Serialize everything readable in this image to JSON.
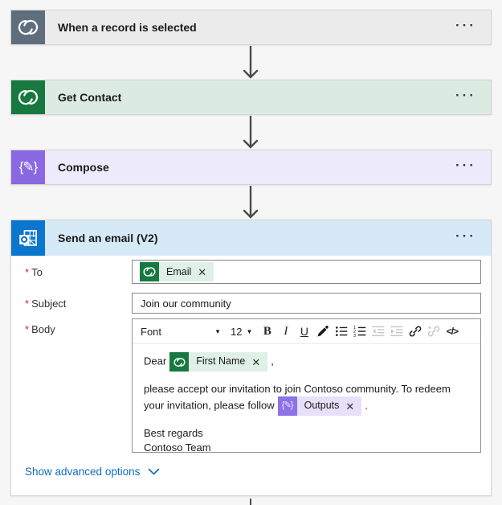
{
  "icons": {
    "dropdown_arrow": "▼",
    "close": "✕",
    "ellipsis": "···",
    "compose_glyph": "{✎}"
  },
  "colors": {
    "trigger_icon_gray": "#5f6e7d",
    "dataverse_green": "#17793f",
    "compose_purple": "#8a68e2",
    "outlook_blue": "#0b76cd",
    "link_blue": "#0f6cbd",
    "required_red": "#d6262e"
  },
  "cards": [
    {
      "title": "When a record is selected",
      "menu": "···"
    },
    {
      "title": "Get Contact",
      "menu": "···"
    },
    {
      "title": "Compose",
      "menu": "···"
    },
    {
      "title": "Send an email (V2)",
      "menu": "···"
    }
  ],
  "form": {
    "required_marker": "*",
    "to": {
      "label": "To",
      "token": "Email"
    },
    "subject": {
      "label": "Subject",
      "value": "Join our community"
    },
    "body": {
      "label": "Body",
      "toolbar": {
        "font": "Font",
        "size": "12",
        "bold": "B",
        "italic": "I",
        "underline": "U",
        "code": "</>"
      },
      "content": {
        "greeting": "Dear",
        "first_name_token": "First Name",
        "comma": ",",
        "paragraph_before": "please accept our invitation to join Contoso community. To redeem your invitation, please follow",
        "outputs_token": "Outputs",
        "period": ".",
        "signoff_line1": "Best regards",
        "signoff_line2": "Contoso Team"
      }
    },
    "advanced_options_label": "Show advanced options"
  }
}
